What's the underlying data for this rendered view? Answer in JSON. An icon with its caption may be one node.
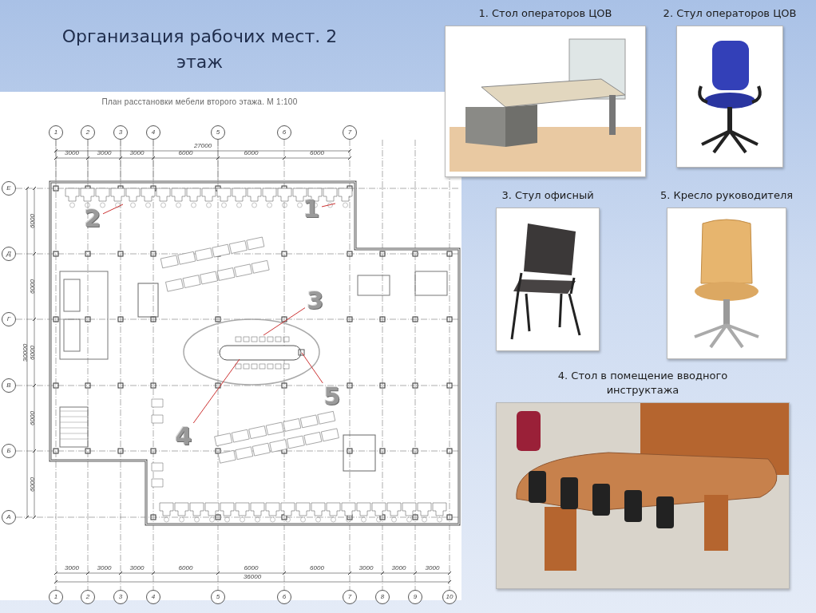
{
  "diagram": {
    "title": "Организация рабочих мест. 2 этаж",
    "nodes": [
      {
        "text": [
          "1"
        ]
      },
      {
        "text": [
          "2"
        ]
      },
      {
        "text": [
          "3"
        ]
      },
      {
        "text": [
          "4"
        ]
      },
      {
        "text": [
          "5"
        ]
      },
      {
        "text": [
          "1. Стол операторов ЦОВ"
        ]
      },
      {
        "text": [
          "2. Стул операторов ЦОВ"
        ]
      },
      {
        "text": [
          "3. Стул офисный"
        ]
      },
      {
        "text": [
          "5. Кресло руководителя"
        ]
      },
      {
        "text": [
          "4. Стол в помещение вводного инструктажа"
        ]
      }
    ],
    "edges": [
      {
        "from": 0,
        "to": null,
        "arrow": "none"
      },
      {
        "from": 1,
        "to": null,
        "arrow": "none"
      },
      {
        "from": 2,
        "to": null,
        "arrow": "none"
      },
      {
        "from": 3,
        "to": null,
        "arrow": "none"
      },
      {
        "from": 4,
        "to": null,
        "arrow": "none"
      }
    ],
    "labels": [
      "План расстановки мебели второго этажа. М 1:100",
      "1",
      "2",
      "3",
      "4",
      "5",
      "6",
      "7",
      "27000",
      "3000",
      "3000",
      "3000",
      "6000",
      "6000",
      "6000",
      "Е",
      "Д",
      "Г",
      "В",
      "Б",
      "А",
      "30000",
      "6000",
      "6000",
      "6000",
      "6000",
      "6000",
      "3000",
      "3000",
      "3000",
      "6000",
      "6000",
      "6000",
      "3000",
      "3000",
      "3000",
      "36000",
      "1",
      "2",
      "3",
      "4",
      "5",
      "6",
      "7",
      "8",
      "9",
      "10"
    ]
  }
}
